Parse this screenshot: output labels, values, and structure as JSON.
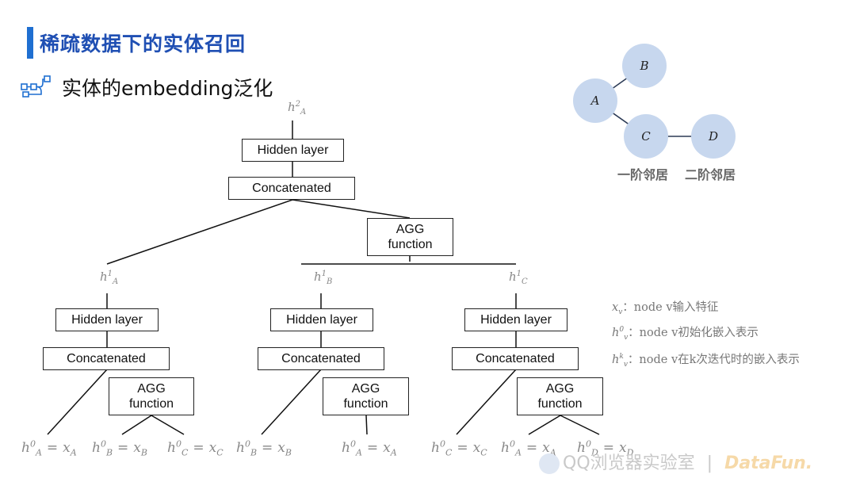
{
  "header": {
    "title": "稀疏数据下的实体召回",
    "subtitle": "实体的embedding泛化"
  },
  "tree": {
    "root_h": {
      "base": "h",
      "sub": "A",
      "sup": "2"
    },
    "hidden_layer": "Hidden layer",
    "concatenated": "Concatenated",
    "agg_line1": "AGG",
    "agg_line2": "function",
    "level1": [
      {
        "base": "h",
        "sub": "A",
        "sup": "1"
      },
      {
        "base": "h",
        "sub": "B",
        "sup": "1"
      },
      {
        "base": "h",
        "sub": "C",
        "sup": "1"
      }
    ],
    "leaves": [
      {
        "h_sub": "A",
        "h_sup": "0",
        "x_sub": "A"
      },
      {
        "h_sub": "B",
        "h_sup": "0",
        "x_sub": "B"
      },
      {
        "h_sub": "C",
        "h_sup": "0",
        "x_sub": "C"
      },
      {
        "h_sub": "B",
        "h_sup": "0",
        "x_sub": "B"
      },
      {
        "h_sub": "A",
        "h_sup": "0",
        "x_sub": "A"
      },
      {
        "h_sub": "C",
        "h_sup": "0",
        "x_sub": "C"
      },
      {
        "h_sub": "A",
        "h_sup": "0",
        "x_sub": "A"
      },
      {
        "h_sub": "D",
        "h_sup": "0",
        "x_sub": "D"
      }
    ],
    "leaf_h": "h",
    "leaf_eq": "=",
    "leaf_x": "x"
  },
  "graph": {
    "nodes": [
      "B",
      "A",
      "C",
      "D"
    ],
    "label_first": "一阶邻居",
    "label_second": "二阶邻居",
    "colors": {
      "node_fill": "#c7d7ee",
      "edge": "#2b3a55"
    }
  },
  "legend": [
    {
      "sym": "x",
      "sub": "v",
      "sup": "",
      "text": "：node v输入特征"
    },
    {
      "sym": "h",
      "sub": "v",
      "sup": "0",
      "text": "：node v初始化嵌入表示"
    },
    {
      "sym": "h",
      "sub": "v",
      "sup": "k",
      "text": "：node v在k次迭代时的嵌入表示"
    }
  ],
  "watermark": {
    "left": "QQ浏览器实验室",
    "divider": "|",
    "right": "DataFun."
  },
  "colors": {
    "accent": "#1f6fd1",
    "title": "#1f4fb3"
  }
}
